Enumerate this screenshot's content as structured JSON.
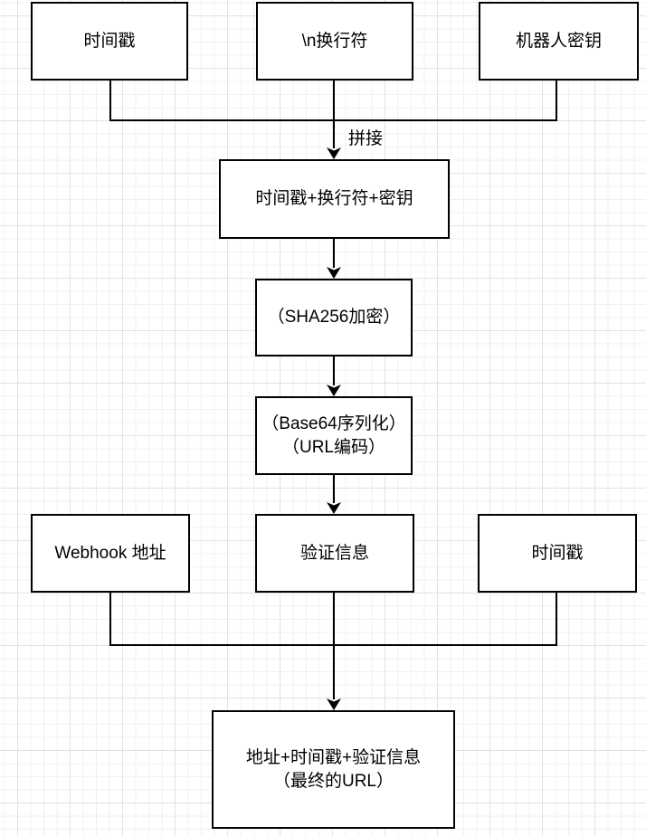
{
  "canvas": {
    "background": "#ffffff",
    "grid_minor_color": "#f0f0f0",
    "grid_major_color": "#e2e2e2",
    "node_fill": "#ffffff",
    "stroke_color": "#000000",
    "text_color": "#000000"
  },
  "nodes": {
    "timestamp1": {
      "label": "时间戳"
    },
    "newline": {
      "label": "\\n换行符"
    },
    "robot_key": {
      "label": "机器人密钥"
    },
    "concat": {
      "label": "时间戳+换行符+密钥"
    },
    "sha256": {
      "label": "（SHA256加密）"
    },
    "base64": {
      "label": "（Base64序列化）\n（URL编码）"
    },
    "webhook": {
      "label": "Webhook 地址"
    },
    "verify": {
      "label": "验证信息"
    },
    "timestamp2": {
      "label": "时间戳"
    },
    "final_url": {
      "label": "地址+时间戳+验证信息\n（最终的URL）"
    }
  },
  "edge_labels": {
    "concat": "拼接"
  }
}
